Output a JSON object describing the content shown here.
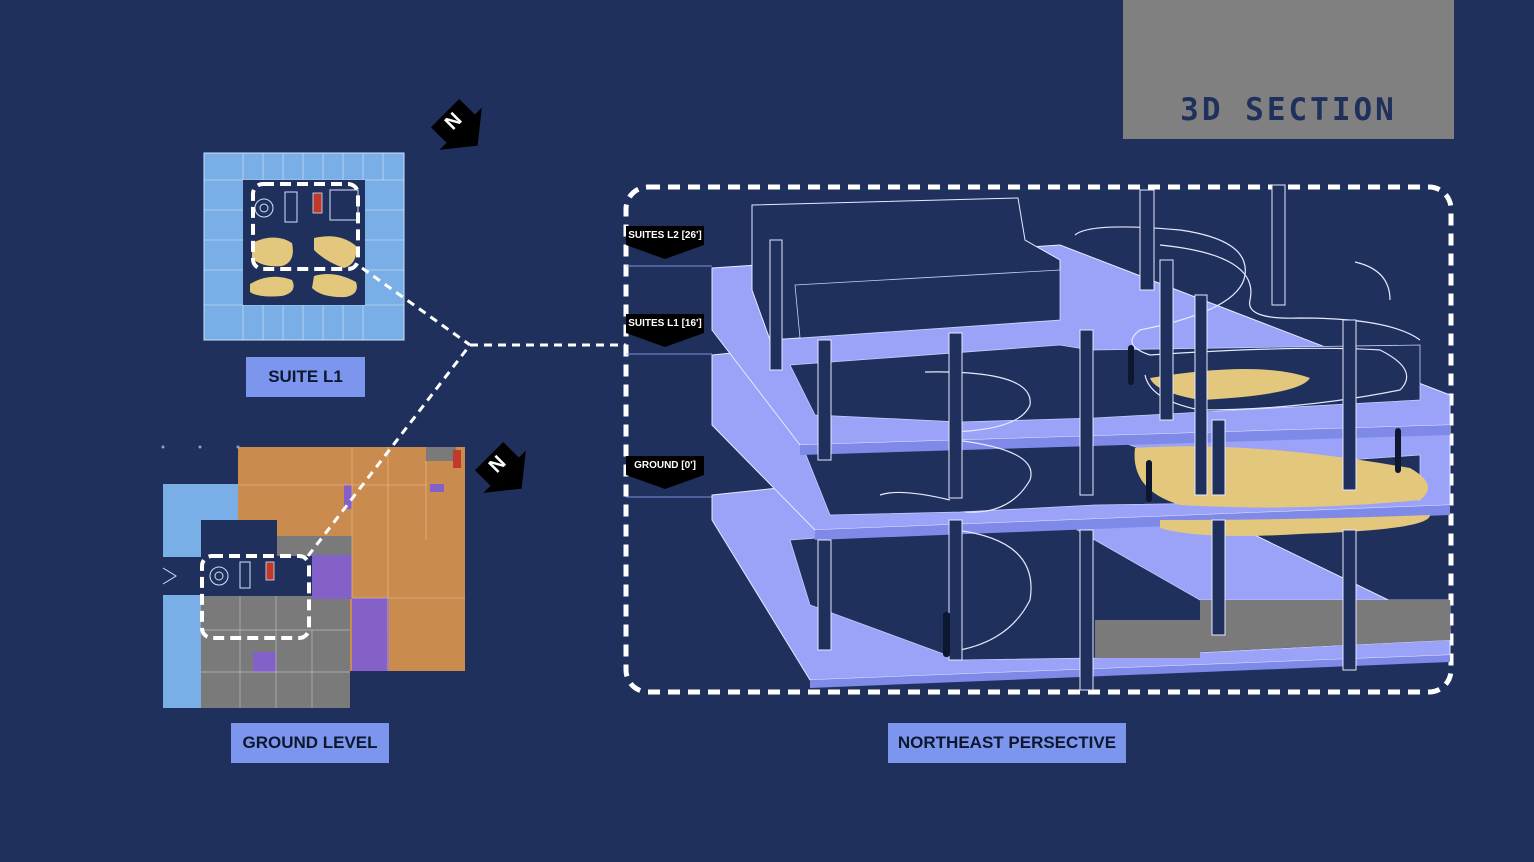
{
  "title": "3D SECTION",
  "labels": {
    "suite": "SUITE L1",
    "ground": "GROUND LEVEL",
    "perspective": "NORTHEAST PERSECTIVE"
  },
  "levels": {
    "l2": "SUITES L2 [26']",
    "l1": "SUITES L1 [16']",
    "ground": "GROUND [0']"
  },
  "north": "N",
  "colors": {
    "background": "#20305d",
    "title_box": "#808080",
    "label_box": "#7b96ec",
    "slab": "#9aa3f7",
    "sand": "#e2c77d",
    "orange": "#c98b4e",
    "purple": "#8461c9",
    "gray": "#7a7a7a",
    "light_blue": "#79aee6"
  }
}
